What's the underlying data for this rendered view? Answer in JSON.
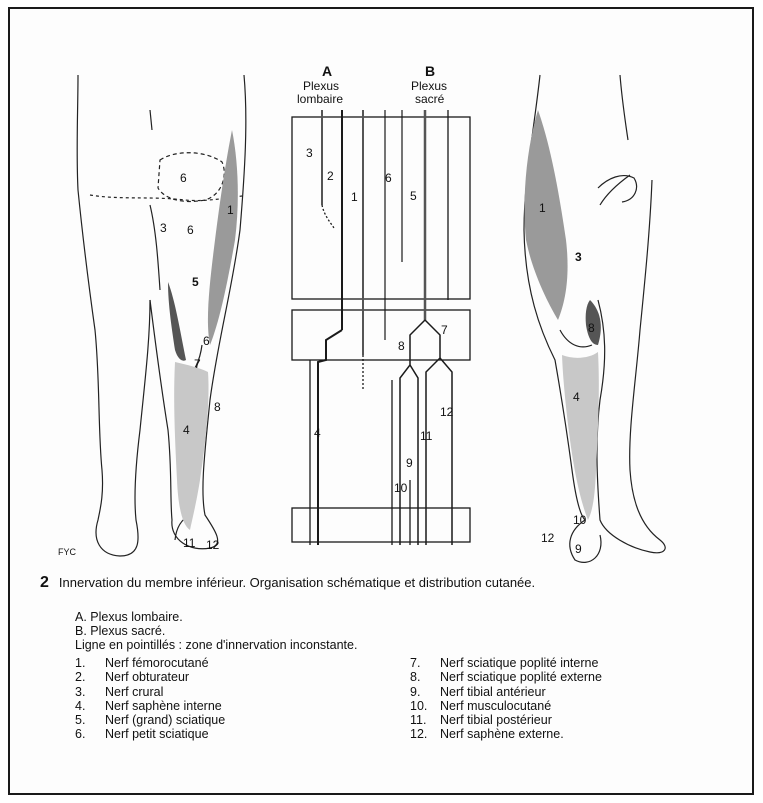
{
  "diagram": {
    "col_a": {
      "letter": "A",
      "label_line1": "Plexus",
      "label_line2": "lombaire"
    },
    "col_b": {
      "letter": "B",
      "label_line1": "Plexus",
      "label_line2": "sacré"
    },
    "schema_numbers": {
      "n3": "3",
      "n2": "2",
      "n1": "1",
      "n6": "6",
      "n5": "5",
      "n7": "7",
      "n8": "8",
      "n4": "4",
      "n12": "12",
      "n11": "11",
      "n9": "9",
      "n10": "10"
    },
    "left_leg_numbers": {
      "n6": "6",
      "n1": "1",
      "n3": "3",
      "n6b": "6",
      "n5": "5",
      "n6c": "6",
      "n7": "7",
      "n8": "8",
      "n4": "4",
      "n11": "11",
      "n12": "12"
    },
    "right_leg_numbers": {
      "n1": "1",
      "n3": "3",
      "n8": "8",
      "n4": "4",
      "n10": "10",
      "n12": "12",
      "n9": "9"
    },
    "signature": "FYC",
    "colors": {
      "dark": "#555555",
      "medium": "#9a9a9a",
      "light": "#c8c8c8",
      "line": "#1a1a1a"
    }
  },
  "caption": {
    "figure_number": "2",
    "text": "Innervation du membre inférieur. Organisation schématique et distribution cutanée.",
    "a_line": "A.  Plexus lombaire.",
    "b_line": "B.  Plexus sacré.",
    "dotted_note": "Ligne en pointillés : zone d'innervation inconstante."
  },
  "legend": {
    "left": [
      {
        "num": "1.",
        "name": "Nerf fémorocutané"
      },
      {
        "num": "2.",
        "name": "Nerf obturateur"
      },
      {
        "num": "3.",
        "name": "Nerf crural"
      },
      {
        "num": "4.",
        "name": "Nerf saphène interne"
      },
      {
        "num": "5.",
        "name": "Nerf (grand) sciatique"
      },
      {
        "num": "6.",
        "name": "Nerf petit sciatique"
      }
    ],
    "right": [
      {
        "num": "7.",
        "name": "Nerf sciatique poplité interne"
      },
      {
        "num": "8.",
        "name": "Nerf sciatique poplité externe"
      },
      {
        "num": "9.",
        "name": "Nerf tibial antérieur"
      },
      {
        "num": "10.",
        "name": "Nerf musculocutané"
      },
      {
        "num": "11.",
        "name": "Nerf tibial postérieur"
      },
      {
        "num": "12.",
        "name": "Nerf saphène externe."
      }
    ]
  }
}
